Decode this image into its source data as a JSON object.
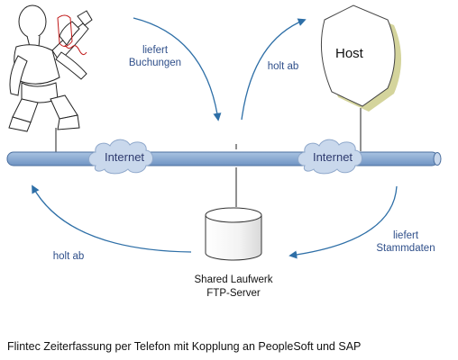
{
  "diagram": {
    "labels": {
      "top_left_arrow": [
        "liefert",
        "Buchungen"
      ],
      "top_right_arrow": "holt ab",
      "bottom_left_arrow": "holt ab",
      "bottom_right_arrow": [
        "liefert",
        "Stammdaten"
      ]
    },
    "clouds": [
      "Internet",
      "Internet"
    ],
    "host": "Host",
    "server": [
      "Shared Laufwerk",
      "FTP-Server"
    ],
    "caption": "Flintec Zeiterfassung per Telefon mit Kopplung an PeopleSoft und SAP"
  },
  "colors": {
    "arrow": "#2E6FA7",
    "bus": "#8FB0D6",
    "cloud_fill": "#C9D8EC",
    "cloud_text": "#2E3A6E",
    "label_text": "#2F4F8A",
    "host_shadow": "#D4D49C",
    "handset": "#C01818"
  },
  "icons": [
    "person-on-phone-icon",
    "host-computer-icon",
    "database-cylinder-icon",
    "cloud-icon"
  ]
}
